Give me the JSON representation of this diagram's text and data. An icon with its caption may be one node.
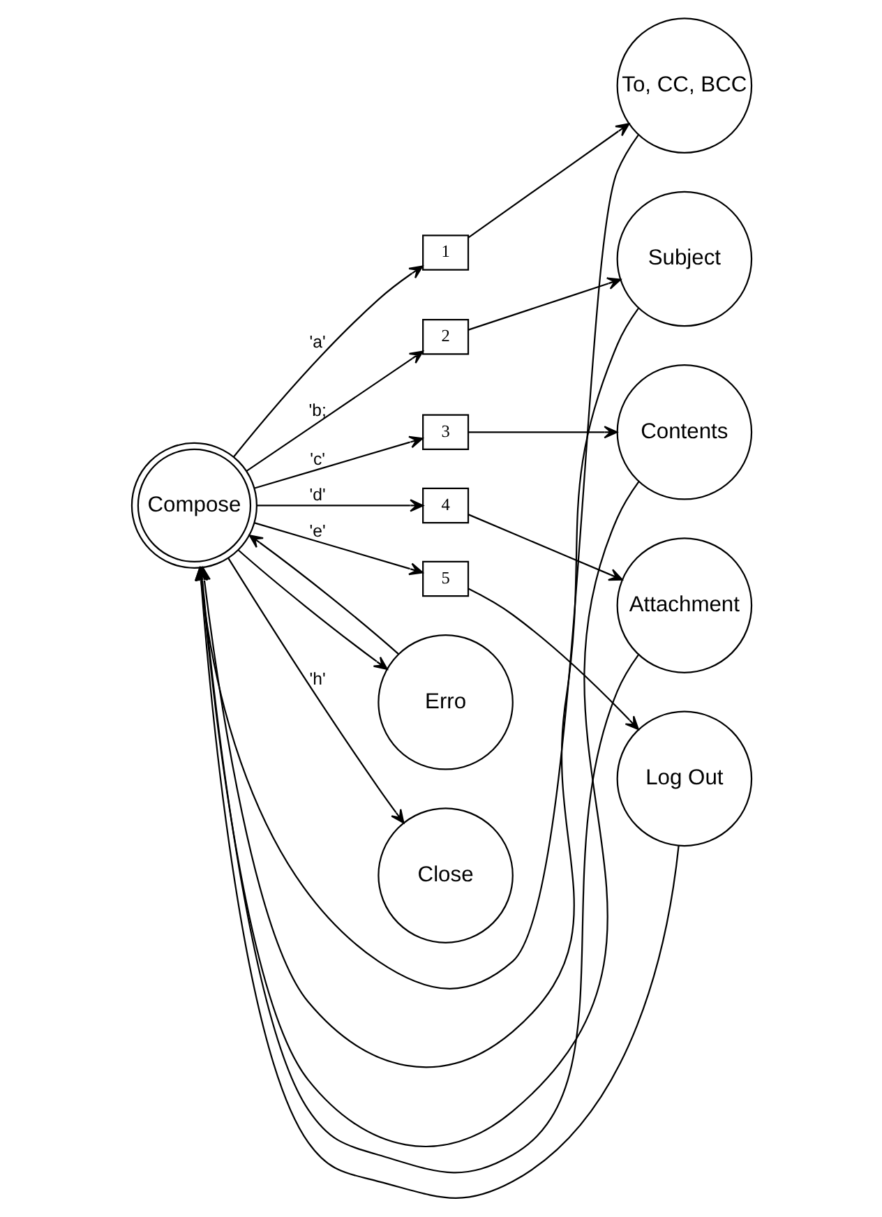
{
  "diagram": {
    "nodes": [
      {
        "text": [
          "Compose"
        ]
      },
      {
        "text": [
          "1"
        ]
      },
      {
        "text": [
          "To, CC, BCC"
        ]
      },
      {
        "text": [
          "2"
        ]
      },
      {
        "text": [
          "Subject"
        ]
      },
      {
        "text": [
          "3"
        ]
      },
      {
        "text": [
          "Contents"
        ]
      },
      {
        "text": [
          "4"
        ]
      },
      {
        "text": [
          "Attachment"
        ]
      },
      {
        "text": [
          "5"
        ]
      },
      {
        "text": [
          "Log Out"
        ]
      },
      {
        "text": [
          "Erro"
        ]
      },
      {
        "text": [
          "Close"
        ]
      }
    ],
    "edges": [
      {
        "from": 0,
        "to": 1,
        "arrow": "to",
        "label": "'a'"
      },
      {
        "from": 1,
        "to": 2,
        "arrow": "to"
      },
      {
        "from": 0,
        "to": 3,
        "arrow": "to",
        "label": "'b;"
      },
      {
        "from": 3,
        "to": 4,
        "arrow": "to"
      },
      {
        "from": 0,
        "to": 5,
        "arrow": "to",
        "label": "'c'"
      },
      {
        "from": 5,
        "to": 6,
        "arrow": "to"
      },
      {
        "from": 0,
        "to": 7,
        "arrow": "to",
        "label": "'d'"
      },
      {
        "from": 7,
        "to": 8,
        "arrow": "to"
      },
      {
        "from": 0,
        "to": 9,
        "arrow": "to",
        "label": "'e'"
      },
      {
        "from": 9,
        "to": 10,
        "arrow": "to"
      },
      {
        "from": 0,
        "to": 11,
        "arrow": "to"
      },
      {
        "from": 0,
        "to": 12,
        "arrow": "to",
        "label": "'h'"
      },
      {
        "from": 2,
        "to": 0,
        "arrow": "to"
      },
      {
        "from": 4,
        "to": 0,
        "arrow": "to"
      },
      {
        "from": 6,
        "to": 0,
        "arrow": "to"
      },
      {
        "from": 8,
        "to": 0,
        "arrow": "to"
      },
      {
        "from": 10,
        "to": 0,
        "arrow": "to"
      },
      {
        "from": 11,
        "to": 0,
        "arrow": "to"
      }
    ]
  }
}
